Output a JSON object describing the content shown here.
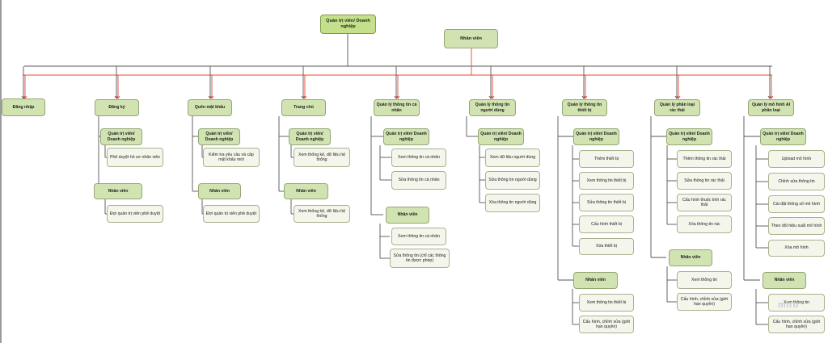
{
  "diagram": {
    "root_admin": "Quản trị viên/ Doanh nghiệp",
    "root_staff": "Nhân viên",
    "columns": {
      "c1": {
        "title": "Đăng nhập"
      },
      "c2": {
        "title": "Đăng ký",
        "admin": "Quản trị viên/ Doanh nghiệp",
        "admin_items": [
          "Phê duyệt hồ sơ nhân viên"
        ],
        "staff": "Nhân viên",
        "staff_items": [
          "Đợi quản trị viên phê duyệt"
        ]
      },
      "c3": {
        "title": "Quên mật khẩu",
        "admin": "Quản trị viên/ Doanh nghiệp",
        "admin_items": [
          "Kiểm tra yêu cầu và cấp mật khẩu mới"
        ],
        "staff": "Nhân viên",
        "staff_items": [
          "Đợi quản trị viên phê duyệt"
        ]
      },
      "c4": {
        "title": "Trang chủ",
        "admin": "Quản trị viên/ Doanh nghiệp",
        "admin_items": [
          "Xem thống kê, dữ liệu hệ thống"
        ],
        "staff": "Nhân viên",
        "staff_items": [
          "Xem thống kê, dữ liệu hệ thống"
        ]
      },
      "c5": {
        "title": "Quản lý thông tin cá nhân",
        "admin": "Quản trị viên/ Doanh nghiệp",
        "admin_items": [
          "Xem thông tin cá nhân",
          "Sửa thông tin cá nhân"
        ],
        "staff": "Nhân viên",
        "staff_items": [
          "Xem thông tin cá nhân",
          "Sửa thông tin (chỉ các thông tin được phép)"
        ]
      },
      "c6": {
        "title": "Quản lý thông tin người dùng",
        "admin": "Quản trị viên/ Doanh nghiệp",
        "admin_items": [
          "Xem dữ liệu người dùng",
          "Sửa thông tin người dùng",
          "Xóa thông tin người dùng"
        ]
      },
      "c7": {
        "title": "Quản lý thông tin thiết bị",
        "admin": "Quản trị viên/ Doanh nghiệp",
        "admin_items": [
          "Thêm thiết bị",
          "Xem thông tin thiết bị",
          "Sửa thông tin thiết bị",
          "Cấu hình thiết bị",
          "Xóa thiết bị"
        ],
        "staff": "Nhân viên",
        "staff_items": [
          "Xem thông tin thiết bị",
          "Cấu hình, chỉnh sửa (giới hạn quyền)"
        ]
      },
      "c8": {
        "title": "Quản lý phân loại rác thải",
        "admin": "Quản trị viên/ Doanh nghiệp",
        "admin_items": [
          "Thêm thông tin rác thải",
          "Sửa thông tin rác thải",
          "Cấu hình thuộc tính rác thải",
          "Xóa thông tin rác"
        ],
        "staff": "Nhân viên",
        "staff_items": [
          "Xem thông tin",
          "Cấu hình, chỉnh sửa (giới hạn quyền)"
        ]
      },
      "c9": {
        "title": "Quản lý mô hình AI phân loại",
        "admin": "Quản trị viên/ Doanh nghiệp",
        "admin_items": [
          "Upload mô hình",
          "Chỉnh sửa thông tin",
          "Cài đặt thông số mô hình",
          "Theo dõi hiệu suất mô hình",
          "Xóa mô hình"
        ],
        "staff": "Nhân viên",
        "staff_items": [
          "Xem thông tin",
          "Cấu hình, chỉnh sửa (giới hạn quyền)"
        ]
      }
    }
  },
  "watermark": "miro",
  "colors": {
    "level1": "#c5e08a",
    "level2": "#d2e3b2",
    "leaf": "#f4f6ec",
    "red_connector": "#e04a3a",
    "gray_connector": "#555555"
  }
}
